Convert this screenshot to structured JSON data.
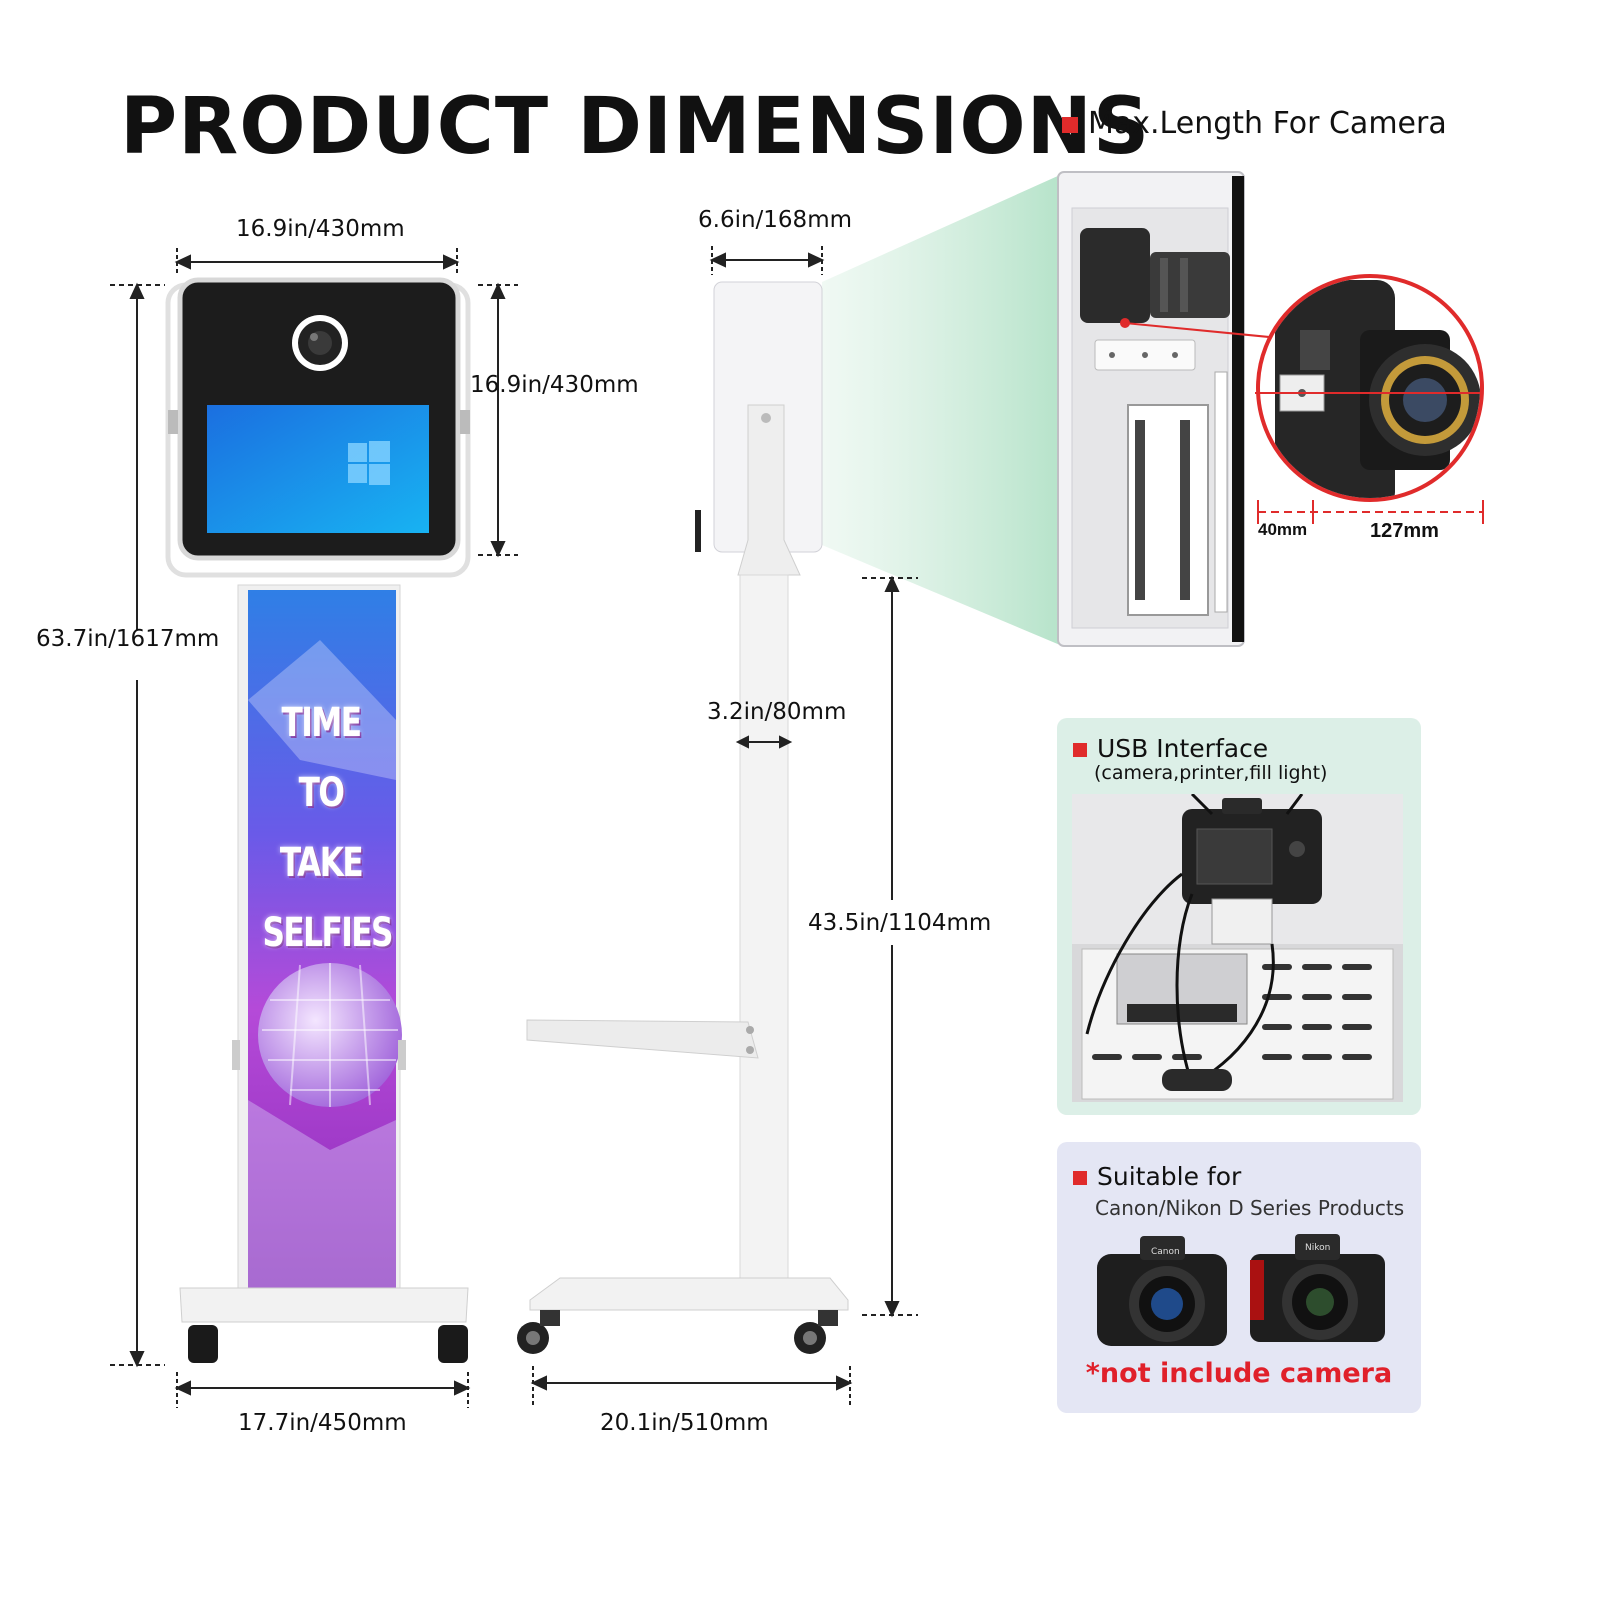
{
  "title": "PRODUCT DIMENSIONS",
  "dimensions": {
    "head_width": "16.9in/430mm",
    "head_height": "16.9in/430mm",
    "total_height": "63.7in/1617mm",
    "base_width_front": "17.7in/450mm",
    "depth": "6.6in/168mm",
    "pole_width": "3.2in/80mm",
    "pole_height": "43.5in/1104mm",
    "base_width_side": "20.1in/510mm"
  },
  "banner": {
    "lines": [
      "TIME",
      "TO",
      "TAKE",
      "SELFIES"
    ]
  },
  "camera_section": {
    "heading": "Max.Length For Camera",
    "measure_left": "40mm",
    "measure_right": "127mm"
  },
  "usb_panel": {
    "heading": "USB Interface",
    "subheading": "(camera,printer,fill light)"
  },
  "suitable_panel": {
    "heading": "Suitable for",
    "subheading": "Canon/Nikon D Series Products",
    "camera_brand_1": "Canon",
    "camera_brand_2": "Nikon",
    "note": "*not include camera"
  },
  "colors": {
    "accent_red": "#e02b2b",
    "usb_panel_bg": "#dcefe7",
    "suitable_panel_bg": "#e4e6f4",
    "note_red": "#e0202a"
  }
}
